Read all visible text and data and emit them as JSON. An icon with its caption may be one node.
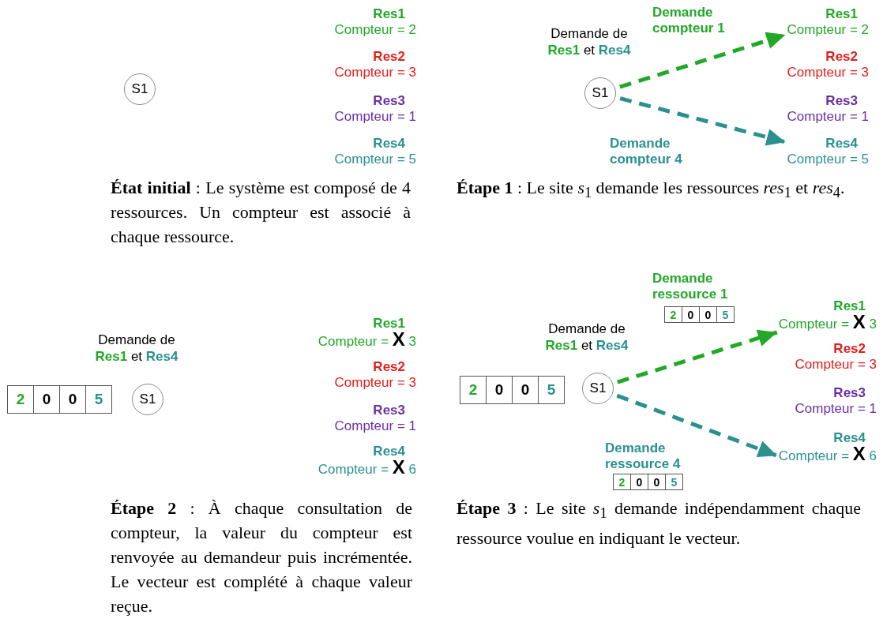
{
  "diagram": {
    "nodes": [
      {
        "text": [
          "S1"
        ]
      },
      {
        "text": [
          "Res1",
          "Compteur = 2"
        ]
      },
      {
        "text": [
          "Res2",
          "Compteur = 3"
        ]
      },
      {
        "text": [
          "Res3",
          "Compteur = 1"
        ]
      },
      {
        "text": [
          "Res4",
          "Compteur = 5"
        ]
      },
      {
        "text": [
          "S1"
        ],
        "beside": [
          "Demande de **Res1** et **Res4**"
        ]
      },
      {
        "text": [
          "Res1",
          "Compteur = 2"
        ]
      },
      {
        "text": [
          "Res2",
          "Compteur = 3"
        ]
      },
      {
        "text": [
          "Res3",
          "Compteur = 1"
        ]
      },
      {
        "text": [
          "Res4",
          "Compteur = 5"
        ]
      },
      {
        "text": [
          "2",
          "0",
          "0",
          "5"
        ]
      },
      {
        "text": [
          "S1"
        ],
        "beside": [
          "Demande de **Res1** et **Res4**"
        ]
      },
      {
        "text": [
          "Res1",
          "Compteur = **X** 3"
        ]
      },
      {
        "text": [
          "Res2",
          "Compteur = 3"
        ]
      },
      {
        "text": [
          "Res3",
          "Compteur = 1"
        ]
      },
      {
        "text": [
          "Res4",
          "Compteur = **X** 6"
        ]
      },
      {
        "text": [
          "2",
          "0",
          "0",
          "5"
        ]
      },
      {
        "text": [
          "S1"
        ],
        "beside": [
          "Demande de **Res1** et **Res4**"
        ]
      },
      {
        "text": [
          "2",
          "0",
          "0",
          "5"
        ]
      },
      {
        "text": [
          "Res1",
          "Compteur = **X** 3"
        ]
      },
      {
        "text": [
          "Res2",
          "Compteur = 3"
        ]
      },
      {
        "text": [
          "Res3",
          "Compteur = 1"
        ]
      },
      {
        "text": [
          "Res4",
          "Compteur = **X** 6"
        ]
      },
      {
        "text": [
          "2",
          "0",
          "0",
          "5"
        ]
      }
    ],
    "edges": [
      {
        "from": 5,
        "to": 6,
        "arrow": "to",
        "label": "Demande compteur 1",
        "style": "dashed",
        "color": "#22a828"
      },
      {
        "from": 5,
        "to": 9,
        "arrow": "to",
        "label": "Demande compteur 4",
        "style": "dashed",
        "color": "#2a9090"
      },
      {
        "from": 17,
        "to": 19,
        "arrow": "to",
        "label": "Demande ressource 1",
        "style": "dashed",
        "color": "#22a828"
      },
      {
        "from": 17,
        "to": 22,
        "arrow": "to",
        "label": "Demande ressource 4",
        "style": "dashed",
        "color": "#2a9090"
      }
    ],
    "labels": [
      "**État initial** : Le système est composé de 4 ressources. Un compteur est associé à chaque ressource.",
      "**Étape 1** : Le site *s*$_{1}$ demande les ressources *res*$_{1}$ et *res*$_{4}$.",
      "**Étape 2** : À chaque consultation de compteur, la valeur du compteur est renvoyée au demandeur puis incrémentée. Le vecteur est complété à chaque valeur reçue.",
      "**Étape 3** : Le site *s*$_{1}$ demande indépendamment chaque ressource voulue en indiquant le vecteur."
    ]
  }
}
